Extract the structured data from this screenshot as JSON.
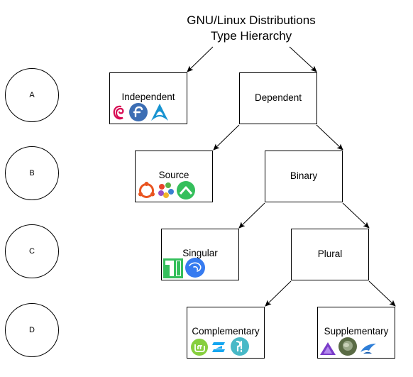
{
  "title_lines": [
    "GNU/Linux Distributions",
    "Type Hierarchy"
  ],
  "levels": [
    "A",
    "B",
    "C",
    "D"
  ],
  "nodes": {
    "independent": "Independent",
    "dependent": "Dependent",
    "source": "Source",
    "binary": "Binary",
    "singular": "Singular",
    "plural": "Plural",
    "complementary": "Complementary",
    "supplementary": "Supplementary"
  },
  "icons": {
    "independent": [
      "debian-logo-icon",
      "fedora-logo-icon",
      "arch-logo-icon"
    ],
    "source": [
      "ubuntu-logo-icon",
      "gentoo-like-logo-icon",
      "manjaro-like-logo-icon"
    ],
    "singular": [
      "manjaro-logo-icon",
      "kali-dragon-logo-icon"
    ],
    "complementary": [
      "linux-mint-logo-icon",
      "zorin-logo-icon",
      "pop-os-logo-icon"
    ],
    "supplementary": [
      "purple-triangle-logo-icon",
      "photo-logo-icon",
      "blue-bird-logo-icon"
    ]
  },
  "colors": {
    "debian": "#d70a53",
    "fedora": "#3c6eb4",
    "arch": "#1793d1",
    "ubuntu": "#e95420",
    "green_logo": "#35bf5c",
    "manjaro": "#35bf5c",
    "kali": "#367bf0",
    "mint": "#87cf3e",
    "zorin": "#15a6f0",
    "popos": "#48b9c7",
    "purple": "#7a3cc9"
  }
}
